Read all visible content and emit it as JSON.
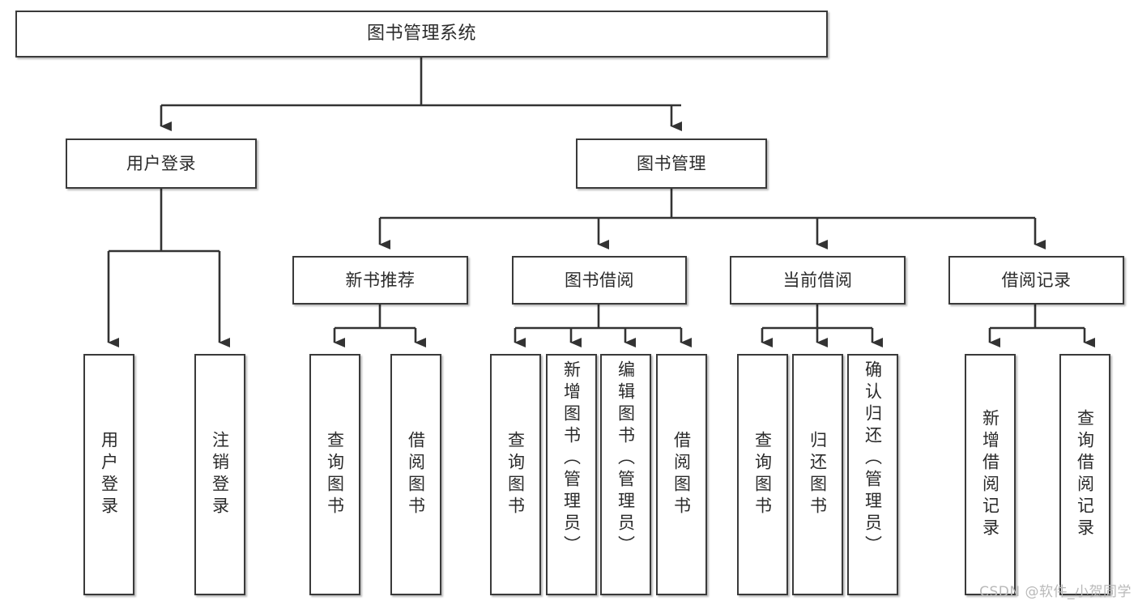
{
  "diagram": {
    "type": "tree-hierarchy",
    "title": "图书管理系统",
    "orientation": "top-down",
    "colors": {
      "box_border": "#3a3a3a",
      "box_fill": "#ffffff",
      "connector": "#333333",
      "text": "#2b2b2b",
      "watermark": "#b9b9b9",
      "background": "#ffffff"
    },
    "nodes": {
      "root": {
        "label": "图书管理系统"
      },
      "level2": [
        {
          "id": "user-login",
          "label": "用户登录"
        },
        {
          "id": "book-manage",
          "label": "图书管理"
        }
      ],
      "level3": [
        {
          "id": "new-book-rec",
          "label": "新书推荐"
        },
        {
          "id": "book-borrow",
          "label": "图书借阅"
        },
        {
          "id": "current-borrow",
          "label": "当前借阅"
        },
        {
          "id": "borrow-record",
          "label": "借阅记录"
        }
      ],
      "leaves": [
        {
          "id": "leaf-user-login",
          "label": "用户登录",
          "parent": "user-login"
        },
        {
          "id": "leaf-logout",
          "label": "注销登录",
          "parent": "user-login"
        },
        {
          "id": "leaf-query-book-1",
          "label": "查询图书",
          "parent": "new-book-rec"
        },
        {
          "id": "leaf-borrow-book-1",
          "label": "借阅图书",
          "parent": "new-book-rec"
        },
        {
          "id": "leaf-query-book-2",
          "label": "查询图书",
          "parent": "book-borrow"
        },
        {
          "id": "leaf-add-book",
          "label": "新增图书（管理员）",
          "parent": "book-borrow"
        },
        {
          "id": "leaf-edit-book",
          "label": "编辑图书（管理员）",
          "parent": "book-borrow"
        },
        {
          "id": "leaf-borrow-book-2",
          "label": "借阅图书",
          "parent": "book-borrow"
        },
        {
          "id": "leaf-query-book-3",
          "label": "查询图书",
          "parent": "current-borrow"
        },
        {
          "id": "leaf-return-book",
          "label": "归还图书",
          "parent": "current-borrow"
        },
        {
          "id": "leaf-confirm-return",
          "label": "确认归还（管理员）",
          "parent": "current-borrow"
        },
        {
          "id": "leaf-add-record",
          "label": "新增借阅记录",
          "parent": "borrow-record"
        },
        {
          "id": "leaf-query-record",
          "label": "查询借阅记录",
          "parent": "borrow-record"
        }
      ]
    }
  },
  "watermark": {
    "text": "CSDN @软件_小贺同学"
  }
}
